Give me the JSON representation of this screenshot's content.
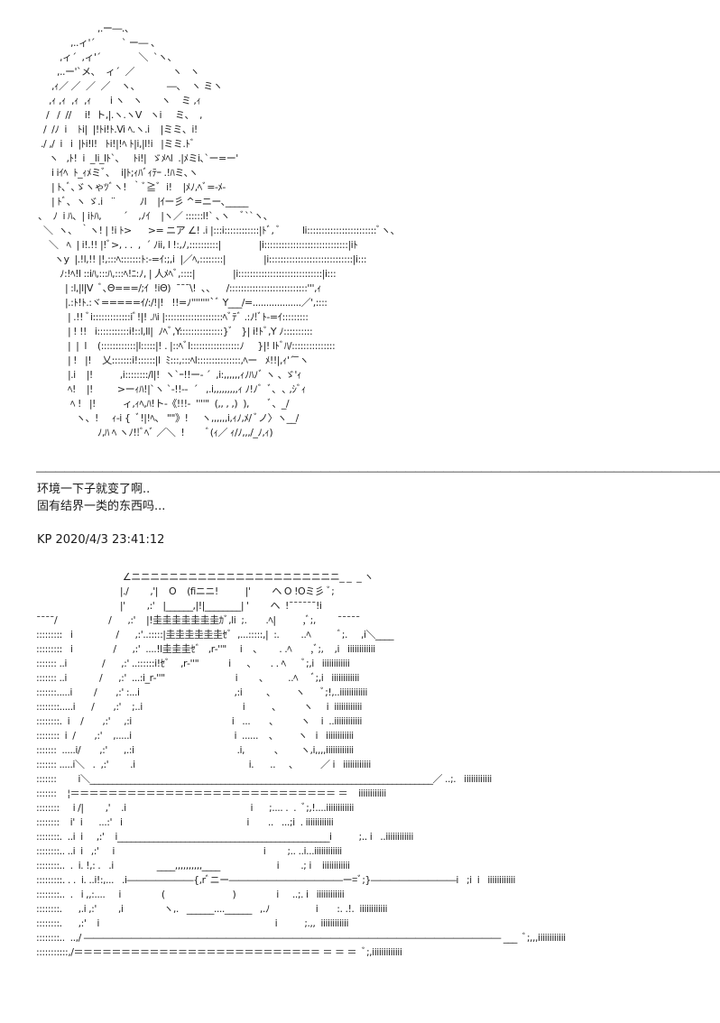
{
  "art_top": "",
  "divider": "――――――――――――――――――――――――――――――――――――――――――――――――――――――――――――――――――――――――――――――――――――",
  "dialogue": [
    "环境一下子就变了啊..",
    "固有结界一类的东西吗..."
  ],
  "post": {
    "author": "KP",
    "timestamp": "2020/4/3 23:41:12"
  },
  "art_bottom": ""
}
